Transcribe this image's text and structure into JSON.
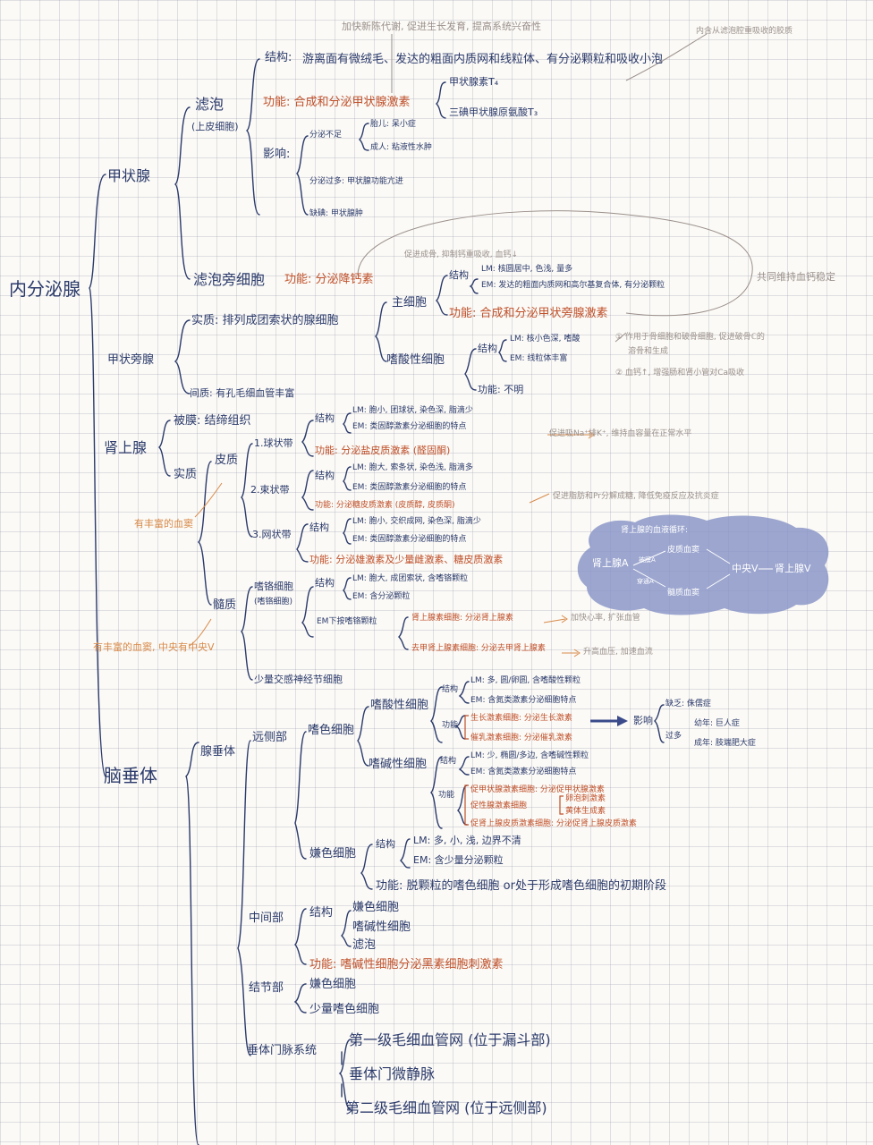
{
  "root": "内分泌腺",
  "thyroid": {
    "title": "甲状腺",
    "follicle": "滤泡",
    "follicle_sub": "(上皮细胞)",
    "structure_label": "结构:",
    "structure_text": "游离面有微绒毛、发达的粗面内质网和线粒体、有分泌颗粒和吸收小泡",
    "note_top1": "加快新陈代谢, 促进生长发育, 提高系统兴奋性",
    "note_top2": "内含从滤泡腔重吸收的胶质",
    "function_text": "功能: 合成和分泌甲状腺激素",
    "hormones": [
      "甲状腺素T₄",
      "三碘甲状腺原氨酸T₃"
    ],
    "effect_label": "影响:",
    "deficiency_label": "分泌不足",
    "child_effect": "胎儿: 呆小症",
    "adult_effect": "成人: 粘液性水肿",
    "excess_effect": "分泌过多: 甲状腺功能亢进",
    "iodine_effect": "缺碘: 甲状腺肿",
    "parafollicular": "滤泡旁细胞",
    "para_function": "功能: 分泌降钙素",
    "para_note": "促进成骨, 抑制钙重吸收, 血钙↓",
    "common_note": "共同维持血钙稳定"
  },
  "parathyroid": {
    "title": "甲状旁腺",
    "parenchyma": "实质: 排列成团索状的腺细胞",
    "chief": "主细胞",
    "chief_structure_label": "结构",
    "chief_lm": "LM: 核圆居中, 色浅, 量多",
    "chief_em": "EM: 发达的粗面内质网和高尔基复合体, 有分泌颗粒",
    "chief_function": "功能: 合成和分泌甲状旁腺激素",
    "pth_note1": "① 作用于骨细胞和破骨细胞, 促进破骨ℂ的",
    "pth_note1b": "溶骨和生成",
    "pth_note2": "② 血钙↑, 增强肠和肾小管对Ca吸收",
    "oxyphil": "嗜酸性细胞",
    "oxy_structure_label": "结构",
    "oxy_lm": "LM: 核小色深, 嗜酸",
    "oxy_em": "EM: 线粒体丰富",
    "oxy_function": "功能: 不明",
    "interstitium": "间质: 有孔毛细血管丰富"
  },
  "adrenal": {
    "title": "肾上腺",
    "capsule": "被膜: 结缔组织",
    "parenchyma": "实质",
    "cortex": "皮质",
    "rich_vessels": "有丰富的血窦",
    "zones": [
      {
        "name": "1.球状带",
        "structure_label": "结构",
        "lm": "LM: 胞小, 团球状, 染色深, 脂滴少",
        "em": "EM: 类固醇激素分泌细胞的特点",
        "function": "功能: 分泌盐皮质激素 (醛固酮)",
        "note": "促进吸Na⁺排K⁺, 维持血容量在正常水平"
      },
      {
        "name": "2.束状带",
        "structure_label": "结构",
        "lm": "LM: 胞大, 索条状, 染色浅, 脂滴多",
        "em": "EM: 类固醇激素分泌细胞的特点",
        "function": "功能: 分泌糖皮质激素 (皮质醇, 皮质酮)",
        "note": "促进脂肪和Pr分解成糖, 降低免疫反应及抗炎症"
      },
      {
        "name": "3.网状带",
        "structure_label": "结构",
        "lm": "LM: 胞小, 交织成网, 染色深, 脂滴少",
        "em": "EM: 类固醇激素分泌细胞的特点",
        "function": "功能: 分泌雄激素及少量雌激素、糖皮质激素",
        "note": ""
      }
    ],
    "medulla": "髓质",
    "chromaffin": "嗜铬细胞",
    "chromaffin_sub": "(嗜铬细胞)",
    "chrom_structure_label": "结构",
    "chrom_lm": "LM: 胞大, 成团索状, 含嗜铬颗粒",
    "chrom_em": "EM: 含分泌颗粒",
    "em_sub": "EM下按嗜铬颗粒",
    "epi_cell": "肾上腺素细胞: 分泌肾上腺素",
    "epi_note": "加快心率, 扩张血管",
    "ne_cell": "去甲肾上腺素细胞: 分泌去甲肾上腺素",
    "ne_note": "升高血压, 加速血流",
    "medulla_vessels": "有丰富的血窦, 中央有中央V",
    "ganglion": "少量交感神经节细胞",
    "circ_title": "肾上腺的血液循环:",
    "circ_a": "肾上腺A",
    "circ_b": "皮质血窦",
    "circ_c": "髓质血窦",
    "circ_d": "中央V",
    "circ_e": "肾上腺V",
    "circ_small1": "被膜A",
    "circ_small2": "穿通A"
  },
  "pituitary": {
    "title": "脑垂体",
    "adeno": "腺垂体",
    "distal": "远侧部",
    "acidophil_group": "嗜色细胞",
    "acidophil": "嗜酸性细胞",
    "acido_structure": "结构",
    "acido_lm": "LM: 多, 圆/卵圆, 含嗜酸性颗粒",
    "acido_em": "EM: 含氮类激素分泌细胞特点",
    "acido_function_label": "功能",
    "gh_cell": "生长激素细胞: 分泌生长激素",
    "prl_cell": "催乳激素细胞: 分泌催乳激素",
    "effect_label": "影响",
    "deficiency": "缺乏: 侏儒症",
    "excess": "过多",
    "child": "幼年: 巨人症",
    "adult": "成年: 肢端肥大症",
    "basophil": "嗜碱性细胞",
    "baso_structure": "结构",
    "baso_lm": "LM: 少, 椭圆/多边, 含嗜碱性颗粒",
    "baso_em": "EM: 含氮类激素分泌细胞特点",
    "baso_function_label": "功能",
    "tsh": "促甲状腺激素细胞: 分泌促甲状腺激素",
    "gonad": "促性腺激素细胞",
    "gonad_sub1": "卵泡刺激素",
    "gonad_sub2": "黄体生成素",
    "acth": "促肾上腺皮质激素细胞: 分泌促肾上腺皮质激素",
    "chromophobe": "嫌色细胞",
    "chromo_structure": "结构",
    "chromo_lm": "LM: 多, 小, 浅, 边界不清",
    "chromo_em": "EM: 含少量分泌颗粒",
    "chromo_function": "功能: 脱颗粒的嗜色细胞 or处于形成嗜色细胞的初期阶段",
    "intermediate": "中间部",
    "inter_structure": "结构",
    "inter_items": [
      "嫌色细胞",
      "嗜碱性细胞",
      "滤泡"
    ],
    "inter_function": "功能: 嗜碱性细胞分泌黑素细胞刺激素",
    "tuberal": "结节部",
    "tuberal_items": [
      "嫌色细胞",
      "少量嗜色细胞"
    ],
    "portal": "垂体门脉系统",
    "portal_items": [
      "第一级毛细血管网 (位于漏斗部)",
      "垂体门微静脉",
      "第二级毛细血管网 (位于远侧部)"
    ]
  }
}
